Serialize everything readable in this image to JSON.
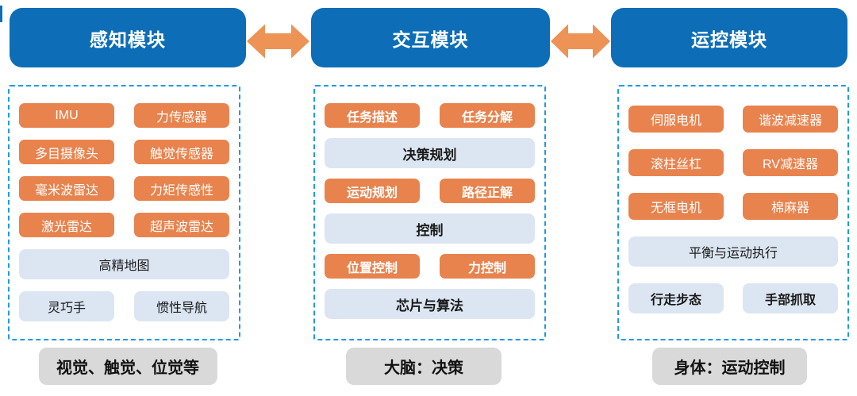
{
  "colors": {
    "header_blue": "#0D6EB7",
    "chip_orange": "#E8834E",
    "chip_light_blue": "#DCE6F2",
    "dashed_border_blue": "#1E9BE6",
    "footer_gray": "#D9D9D9",
    "arrow_orange": "#ED9355",
    "text_white": "#FFFFFF",
    "text_dark": "#1A1A1A"
  },
  "arrows": [
    {
      "icon": "double-arrow-icon"
    },
    {
      "icon": "double-arrow-icon"
    }
  ],
  "columns": [
    {
      "id": "perception",
      "header": "感知模块",
      "rows": [
        {
          "style": "orange-pair",
          "items": [
            "IMU",
            "力传感器"
          ]
        },
        {
          "style": "orange-pair",
          "items": [
            "多目摄像头",
            "触觉传感器"
          ]
        },
        {
          "style": "orange-pair",
          "items": [
            "毫米波雷达",
            "力矩传感性"
          ]
        },
        {
          "style": "orange-pair",
          "items": [
            "激光雷达",
            "超声波雷达"
          ]
        },
        {
          "style": "lightblue-full",
          "items": [
            "高精地图"
          ]
        },
        {
          "style": "lightblue-pair",
          "items": [
            "灵巧手",
            "惯性导航"
          ]
        }
      ],
      "footer": "视觉、触觉、位觉等"
    },
    {
      "id": "interaction",
      "header": "交互模块",
      "rows": [
        {
          "style": "orange-pair-bold",
          "items": [
            "任务描述",
            "任务分解"
          ]
        },
        {
          "style": "lightblue-full-bold",
          "items": [
            "决策规划"
          ]
        },
        {
          "style": "orange-pair-bold",
          "items": [
            "运动规划",
            "路径正解"
          ]
        },
        {
          "style": "lightblue-full-bold",
          "items": [
            "控制"
          ]
        },
        {
          "style": "orange-pair-bold",
          "items": [
            "位置控制",
            "力控制"
          ]
        },
        {
          "style": "lightblue-full-bold",
          "items": [
            "芯片与算法"
          ]
        }
      ],
      "footer": "大脑：决策"
    },
    {
      "id": "motion-control",
      "header": "运控模块",
      "rows": [
        {
          "style": "orange-pair",
          "items": [
            "伺服电机",
            "谐波减速器"
          ]
        },
        {
          "style": "orange-pair",
          "items": [
            "滚柱丝杠",
            "RV减速器"
          ]
        },
        {
          "style": "orange-pair",
          "items": [
            "无框电机",
            "棉麻器"
          ]
        },
        {
          "style": "lightblue-full",
          "items": [
            "平衡与运动执行"
          ]
        },
        {
          "style": "lightblue-pair-bold",
          "items": [
            "行走步态",
            "手部抓取"
          ]
        }
      ],
      "footer": "身体：运动控制"
    }
  ]
}
